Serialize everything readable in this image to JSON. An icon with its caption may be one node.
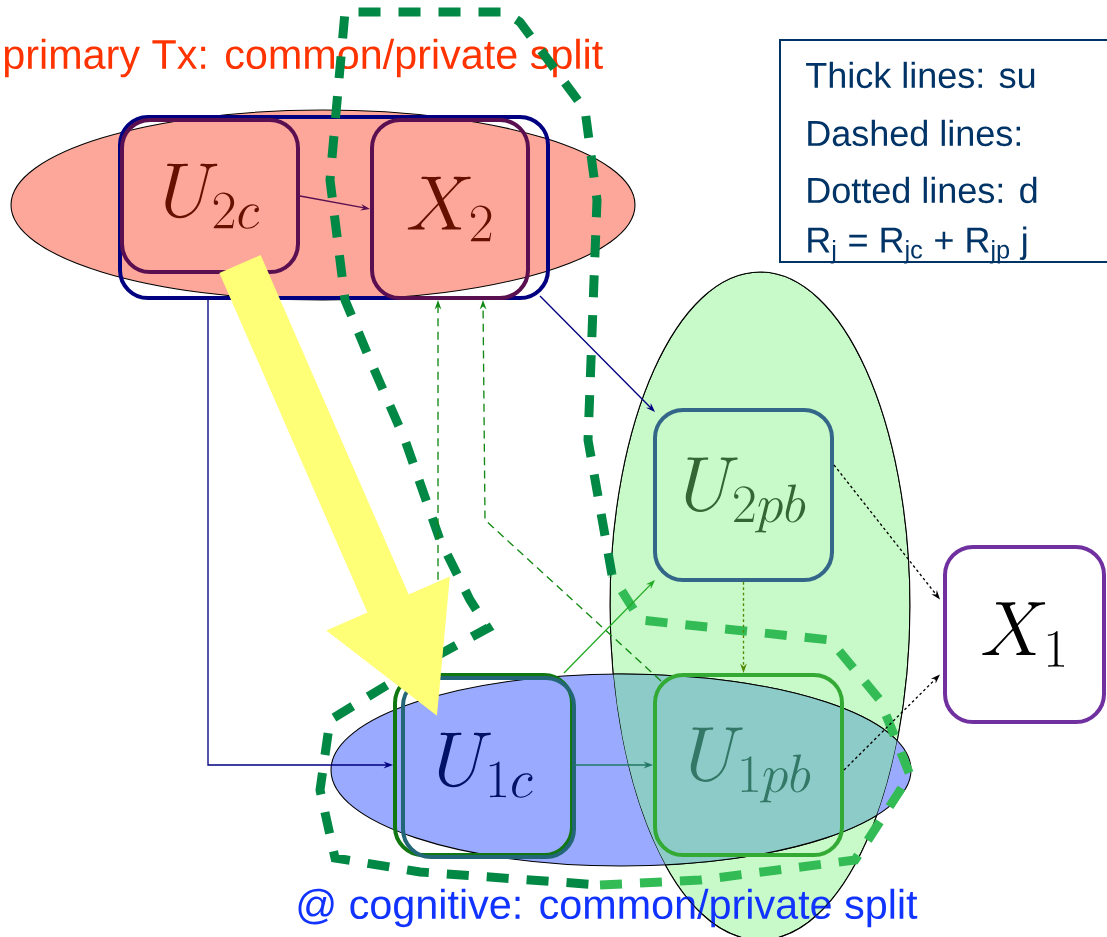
{
  "diagram": {
    "nodes": [
      {
        "text": [
          "primary Tx: common/private split"
        ]
      },
      {
        "text": [],
        "shape": "box",
        "in": 0
      },
      {
        "text": [
          "U_{2c}"
        ],
        "in": 1
      },
      {
        "text": [
          "X_2"
        ],
        "in": 1
      },
      {
        "text": [
          "Thick lines: su",
          "Dashed lines:",
          "Dotted lines: d",
          "R$_{j}$ = R$_{jc}$ + R$_{jp}$ j"
        ]
      },
      {
        "text": [],
        "shape": "ellipse"
      },
      {
        "text": [
          "U_{2pb}"
        ],
        "in": 5
      },
      {
        "text": [
          "X_1"
        ]
      },
      {
        "text": [
          "@ cognitive: common/private split"
        ]
      },
      {
        "text": [
          "U_{1c}"
        ],
        "in": 8
      },
      {
        "text": [
          "U_{1pb}"
        ]
      }
    ],
    "edges": [
      {
        "from": 2,
        "to": 3,
        "arrow": "to",
        "color": "#5a1050"
      },
      {
        "from": 1,
        "to": 9,
        "arrow": "to"
      },
      {
        "from": 1,
        "to": 6,
        "arrow": "to"
      },
      {
        "from": 9,
        "to": 1,
        "arrow": "to",
        "style": "dashed",
        "color": "#118811"
      },
      {
        "from": 10,
        "to": 1,
        "arrow": "to",
        "style": "dashed",
        "color": "#118811"
      },
      {
        "from": 9,
        "to": 6,
        "arrow": "to",
        "color": "#22aa22"
      },
      {
        "from": 9,
        "to": 10,
        "arrow": "to",
        "color": "#227766"
      },
      {
        "from": 6,
        "to": 10,
        "arrow": "to",
        "style": "dashed",
        "color": "#558800"
      },
      {
        "from": 6,
        "to": 7,
        "arrow": "to",
        "style": "dashed",
        "color": "#000000"
      },
      {
        "from": 10,
        "to": 7,
        "arrow": "to",
        "style": "dashed",
        "color": "#000000"
      },
      {
        "from": 2,
        "to": 9,
        "arrow": "to",
        "style": "thick",
        "color": "#ffff77"
      }
    ]
  }
}
